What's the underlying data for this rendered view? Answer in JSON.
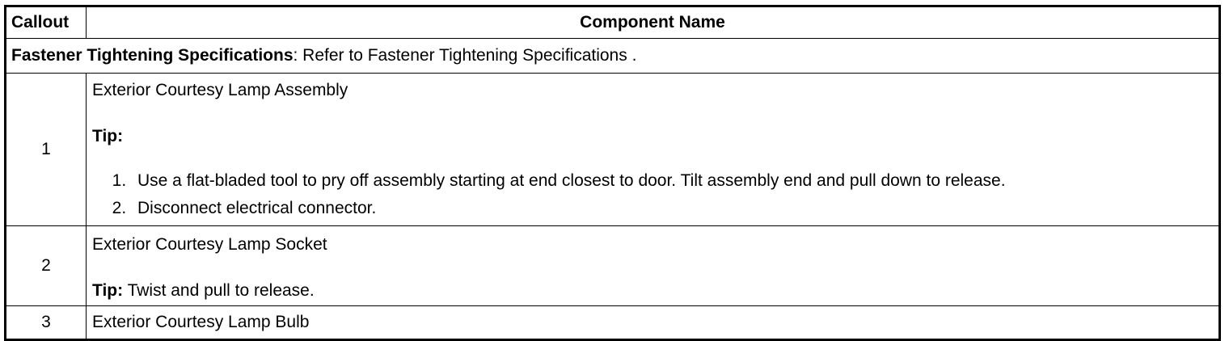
{
  "header": {
    "callout": "Callout",
    "component_name": "Component Name"
  },
  "spec_row": {
    "label": "Fastener Tightening Specifications",
    "text": ": Refer to Fastener Tightening Specifications ."
  },
  "rows": [
    {
      "callout": "1",
      "name": "Exterior Courtesy Lamp Assembly",
      "tip_label": "Tip:",
      "steps": [
        "Use a flat-bladed tool to pry off assembly starting at end closest to door. Tilt assembly end and pull down to release.",
        "Disconnect electrical connector."
      ]
    },
    {
      "callout": "2",
      "name": "Exterior Courtesy Lamp Socket",
      "tip_label": "Tip:",
      "tip_text": " Twist and pull to release."
    },
    {
      "callout": "3",
      "name": "Exterior Courtesy Lamp Bulb"
    }
  ]
}
